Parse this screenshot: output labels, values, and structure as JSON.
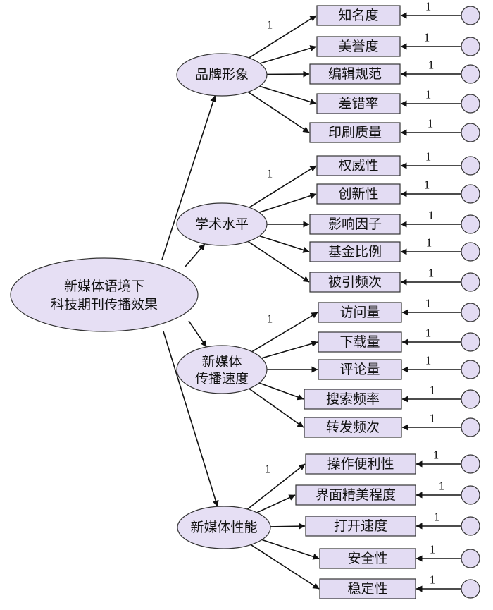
{
  "colors": {
    "node_fill": "#e3dcf3",
    "stroke": "#333333",
    "arrow": "#111111"
  },
  "root": {
    "line1": "新媒体语境下",
    "line2": "科技期刊传播效果"
  },
  "factors": [
    {
      "name_line1": "品牌形象",
      "name_line2": "",
      "loading_label": "1",
      "indicators": [
        {
          "label": "知名度",
          "error_label": "1"
        },
        {
          "label": "美誉度",
          "error_label": "1"
        },
        {
          "label": "编辑规范",
          "error_label": "1"
        },
        {
          "label": "差错率",
          "error_label": "1"
        },
        {
          "label": "印刷质量",
          "error_label": "1"
        }
      ]
    },
    {
      "name_line1": "学术水平",
      "name_line2": "",
      "loading_label": "1",
      "indicators": [
        {
          "label": "权威性",
          "error_label": "1"
        },
        {
          "label": "创新性",
          "error_label": "1"
        },
        {
          "label": "影响因子",
          "error_label": "1"
        },
        {
          "label": "基金比例",
          "error_label": "1"
        },
        {
          "label": "被引频次",
          "error_label": "1"
        }
      ]
    },
    {
      "name_line1": "新媒体",
      "name_line2": "传播速度",
      "loading_label": "1",
      "indicators": [
        {
          "label": "访问量",
          "error_label": "1"
        },
        {
          "label": "下载量",
          "error_label": "1"
        },
        {
          "label": "评论量",
          "error_label": "1"
        },
        {
          "label": "搜索频率",
          "error_label": "1"
        },
        {
          "label": "转发频次",
          "error_label": "1"
        }
      ]
    },
    {
      "name_line1": "新媒体性能",
      "name_line2": "",
      "loading_label": "1",
      "indicators": [
        {
          "label": "操作便利性",
          "error_label": "1"
        },
        {
          "label": "界面精美程度",
          "error_label": "1"
        },
        {
          "label": "打开速度",
          "error_label": "1"
        },
        {
          "label": "安全性",
          "error_label": "1"
        },
        {
          "label": "稳定性",
          "error_label": "1"
        }
      ]
    }
  ]
}
